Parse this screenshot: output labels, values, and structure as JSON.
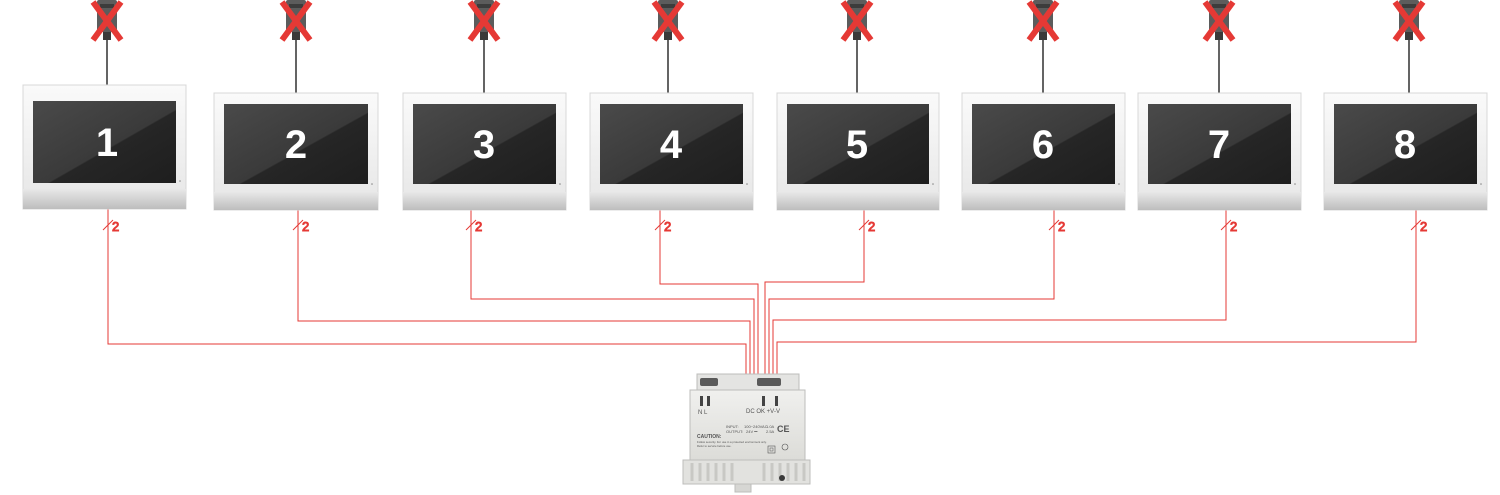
{
  "monitors": [
    {
      "number": "1",
      "wires": "2"
    },
    {
      "number": "2",
      "wires": "2"
    },
    {
      "number": "3",
      "wires": "2"
    },
    {
      "number": "4",
      "wires": "2"
    },
    {
      "number": "5",
      "wires": "2"
    },
    {
      "number": "6",
      "wires": "2"
    },
    {
      "number": "7",
      "wires": "2"
    },
    {
      "number": "8",
      "wires": "2"
    }
  ],
  "psu": {
    "terminal_left": "N  L",
    "terminal_dc": "DC OK  +V",
    "terminal_neg": "-V",
    "input_label": "INPUT:",
    "input_value": "100~240VAC",
    "input_current": "1.0A",
    "output_label": "OUTPUT:",
    "output_value": "24V ⎓",
    "output_current": "2.5A",
    "ce_mark": "CE",
    "caution_title": "CAUTION:",
    "caution_line1": "Follow security. For use in a protected environment only.",
    "caution_line2": "Refer to service before use."
  },
  "colors": {
    "wire": "#e53935",
    "cross": "#e53935",
    "screen": "#2f2f2f",
    "bezel": "#f4f4f4"
  },
  "icons": {
    "adapter": "plug-adapter-icon",
    "cross": "cross-out-icon"
  }
}
